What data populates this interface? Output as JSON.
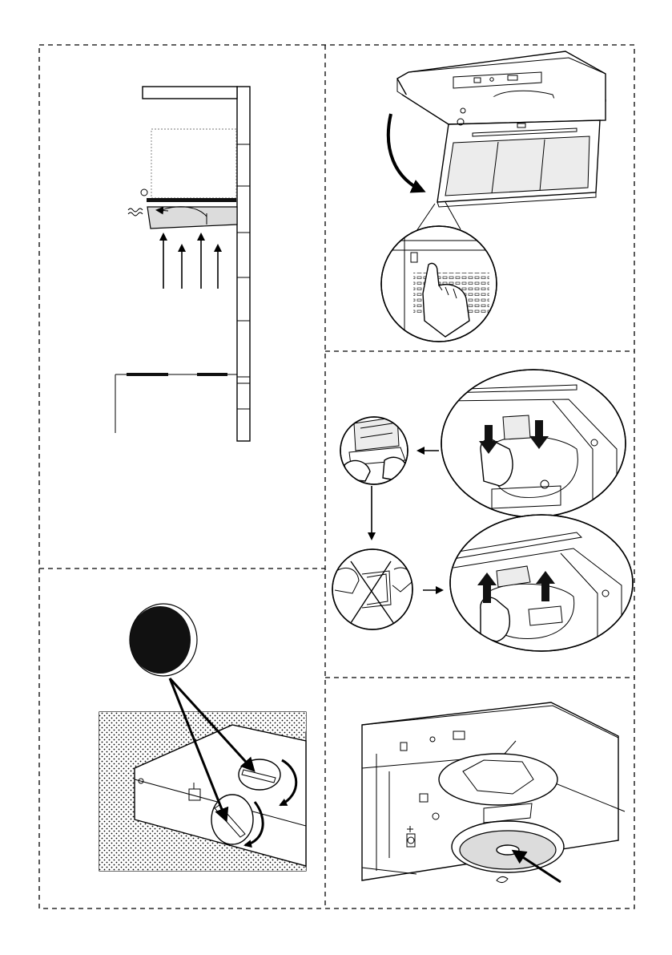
{
  "figure": {
    "panels": [
      {
        "id": "airflow-side-view"
      },
      {
        "id": "tilt-canopy"
      },
      {
        "id": "grease-filter"
      },
      {
        "id": "carbon-filter-install"
      },
      {
        "id": "carbon-filter-lamp"
      }
    ],
    "colors": {
      "line": "#000000",
      "background": "#ffffff",
      "fill_light": "#dcdcdc"
    }
  }
}
